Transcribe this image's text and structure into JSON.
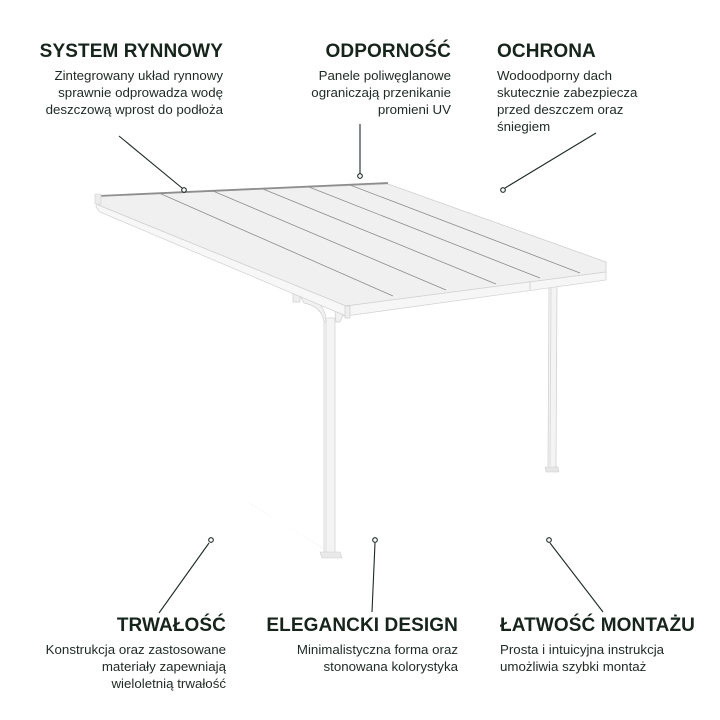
{
  "features": {
    "top_left": {
      "title": "SYSTEM RYNNOWY",
      "description": "Zintegrowany układ rynnowy\nsprawnie odprowadza wodę\ndeszczową wprost do podłoża"
    },
    "top_center": {
      "title": "ODPORNOŚĆ",
      "description": "Panele poliwęglanowe\nograniczają przenikanie\npromieni UV"
    },
    "top_right": {
      "title": "OCHRONA",
      "description": "Wodoodporny dach\nskutecznie zabezpiecza\nprzed deszczem oraz\nśniegiem"
    },
    "bottom_left": {
      "title": "TRWAŁOŚĆ",
      "description": "Konstrukcja oraz zastosowane\nmateriały zapewniają\nwieloletnią trwałość"
    },
    "bottom_center": {
      "title": "ELEGANCKI DESIGN",
      "description": "Minimalistyczna forma oraz\nstonowana kolorystyka"
    },
    "bottom_right": {
      "title": "ŁATWOŚĆ MONTAŻU",
      "description": "Prosta i intuicyjna instrukcja\numożliwia szybki montaż"
    }
  },
  "colors": {
    "text": "#16241c",
    "pointer": "#1e2a24",
    "product": "#f2f2f2"
  },
  "image": {
    "subject": "white aluminium wall-mounted pergola with polycarbonate roof panels"
  }
}
